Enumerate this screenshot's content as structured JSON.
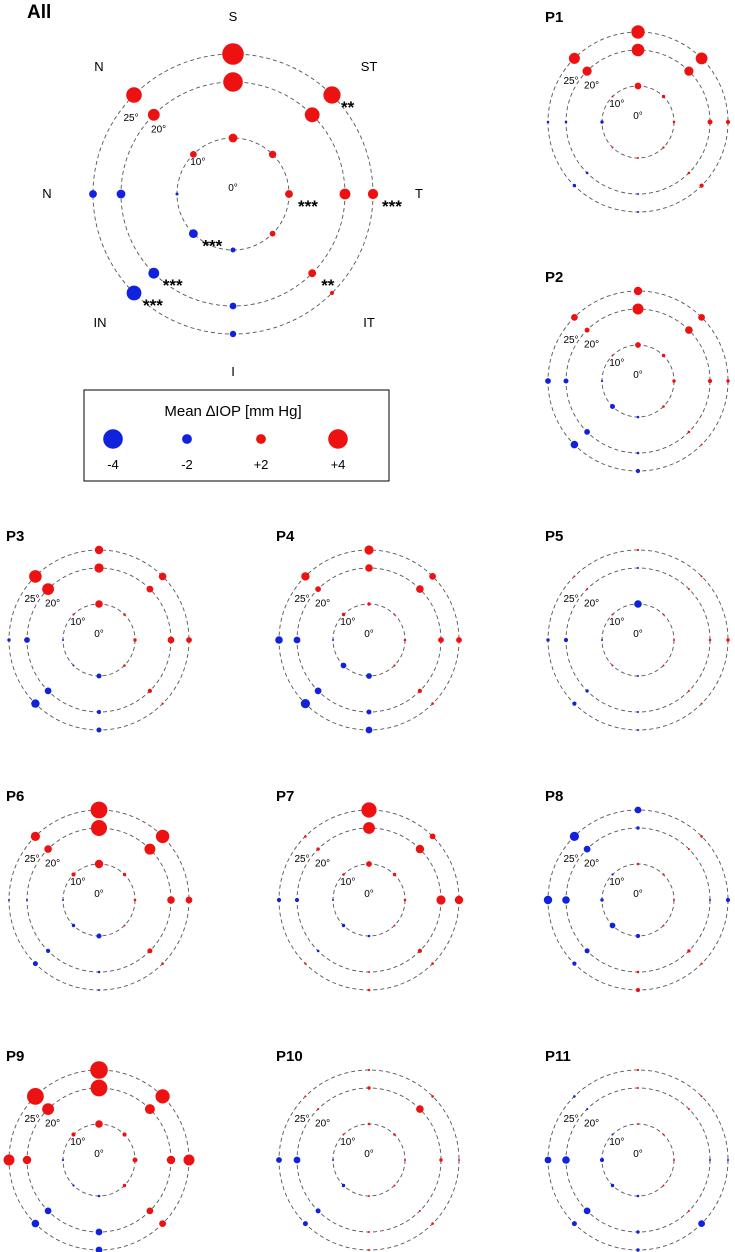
{
  "colors": {
    "positive": "#ee1111",
    "negative": "#1122dd",
    "ring": "#555555"
  },
  "eccentricity_labels": [
    "0°",
    "10°",
    "20°",
    "25°"
  ],
  "direction_labels": {
    "S": "S",
    "ST": "ST",
    "T": "T",
    "IT": "IT",
    "I": "I",
    "IN": "IN",
    "N_left": "N",
    "N_upper": "N"
  },
  "legend": {
    "title": "Mean ∆IOP [mm Hg]",
    "items": [
      {
        "label": "-4",
        "value": -4
      },
      {
        "label": "-2",
        "value": -2
      },
      {
        "label": "+2",
        "value": 2
      },
      {
        "label": "+4",
        "value": 4
      }
    ]
  },
  "chart_data": [
    {
      "type": "scatter",
      "title": "All",
      "eccentricities": [
        10,
        20,
        25
      ],
      "angles_order": [
        "S",
        "ST",
        "T",
        "IT",
        "I",
        "IN",
        "N",
        "NS"
      ],
      "values": {
        "10": [
          1.8,
          1.5,
          1.6,
          1.2,
          -1.0,
          -1.8,
          -0.6,
          1.4
        ],
        "20": [
          4.0,
          3.0,
          2.2,
          1.6,
          -1.4,
          -2.2,
          -1.8,
          2.4
        ],
        "25": [
          4.4,
          3.5,
          2.1,
          0.8,
          -1.3,
          -3.0,
          -1.6,
          3.2
        ]
      },
      "annotations": [
        {
          "ecc": 25,
          "angle": "ST",
          "text": "**"
        },
        {
          "ecc": 25,
          "angle": "T",
          "text": "***"
        },
        {
          "ecc": 10,
          "angle": "T",
          "text": "***"
        },
        {
          "ecc": 10,
          "angle": "IN",
          "text": "***"
        },
        {
          "ecc": 20,
          "angle": "IN",
          "text": "***"
        },
        {
          "ecc": 25,
          "angle": "IN",
          "text": "***"
        },
        {
          "ecc": 20,
          "angle": "IT",
          "text": "**"
        }
      ]
    },
    {
      "type": "scatter",
      "title": "P1",
      "eccentricities": [
        10,
        20,
        25
      ],
      "angles_order": [
        "S",
        "ST",
        "T",
        "IT",
        "I",
        "IN",
        "N",
        "NS"
      ],
      "values": {
        "10": [
          1.6,
          0.8,
          0.6,
          0.5,
          0.4,
          0.3,
          -0.8,
          0.4
        ],
        "20": [
          3.0,
          2.2,
          1.2,
          0.6,
          -0.4,
          -0.6,
          -0.6,
          2.2
        ],
        "25": [
          3.2,
          2.8,
          1.0,
          1.0,
          -0.4,
          -0.8,
          -0.6,
          2.6
        ]
      }
    },
    {
      "type": "scatter",
      "title": "P2",
      "eccentricities": [
        10,
        20,
        25
      ],
      "angles_order": [
        "S",
        "ST",
        "T",
        "IT",
        "I",
        "IN",
        "N",
        "NS"
      ],
      "values": {
        "10": [
          1.4,
          0.8,
          0.8,
          0.6,
          -0.6,
          -1.2,
          -0.5,
          0.4
        ],
        "20": [
          2.6,
          1.8,
          1.0,
          0.6,
          -0.6,
          -1.4,
          -1.2,
          1.2
        ],
        "25": [
          2.0,
          1.6,
          0.8,
          0.3,
          -1.0,
          -1.8,
          -1.4,
          1.6
        ]
      }
    },
    {
      "type": "scatter",
      "title": "P3",
      "eccentricities": [
        10,
        20,
        25
      ],
      "angles_order": [
        "S",
        "ST",
        "T",
        "IT",
        "I",
        "IN",
        "N",
        "NS"
      ],
      "values": {
        "10": [
          1.8,
          0.6,
          0.8,
          0.6,
          -1.2,
          -0.3,
          -0.4,
          0.5
        ],
        "20": [
          2.2,
          1.6,
          1.6,
          1.0,
          -1.0,
          -1.6,
          -1.4,
          2.8
        ],
        "25": [
          2.0,
          1.8,
          1.4,
          0.5,
          -1.2,
          -2.0,
          -0.8,
          3.0
        ]
      }
    },
    {
      "type": "scatter",
      "title": "P4",
      "eccentricities": [
        10,
        20,
        25
      ],
      "angles_order": [
        "S",
        "ST",
        "T",
        "IT",
        "I",
        "IN",
        "N",
        "NS"
      ],
      "values": {
        "10": [
          0.8,
          0.4,
          0.6,
          0.5,
          -1.4,
          -1.4,
          -0.3,
          0.8
        ],
        "20": [
          1.8,
          1.8,
          1.4,
          1.0,
          -1.2,
          -1.6,
          -1.6,
          1.4
        ],
        "25": [
          2.2,
          1.6,
          1.4,
          0.6,
          -1.6,
          -2.2,
          -1.8,
          2.0
        ]
      }
    },
    {
      "type": "scatter",
      "title": "P5",
      "eccentricities": [
        10,
        20,
        25
      ],
      "angles_order": [
        "S",
        "ST",
        "T",
        "IT",
        "I",
        "IN",
        "N",
        "NS"
      ],
      "values": {
        "10": [
          -1.8,
          0.4,
          0.3,
          0.3,
          -0.3,
          0.3,
          -0.3,
          0.3
        ],
        "20": [
          -0.4,
          0.4,
          0.6,
          0.3,
          -0.4,
          -0.8,
          -1.0,
          0.3
        ],
        "25": [
          0.5,
          0.3,
          0.8,
          0.3,
          -0.3,
          -1.0,
          -0.8,
          0.3
        ]
      }
    },
    {
      "type": "scatter",
      "title": "P6",
      "eccentricities": [
        10,
        20,
        25
      ],
      "angles_order": [
        "S",
        "ST",
        "T",
        "IT",
        "I",
        "IN",
        "N",
        "NS"
      ],
      "values": {
        "10": [
          2.0,
          0.8,
          0.6,
          0.4,
          -1.2,
          -0.8,
          -0.3,
          1.0
        ],
        "20": [
          3.8,
          2.6,
          1.8,
          1.2,
          -0.6,
          -1.0,
          -0.3,
          1.8
        ],
        "25": [
          4.0,
          3.2,
          1.6,
          0.6,
          -0.4,
          -1.2,
          -0.4,
          2.2
        ]
      }
    },
    {
      "type": "scatter",
      "title": "P7",
      "eccentricities": [
        10,
        20,
        25
      ],
      "angles_order": [
        "S",
        "ST",
        "T",
        "IT",
        "I",
        "IN",
        "N",
        "NS"
      ],
      "values": {
        "10": [
          1.4,
          0.8,
          0.6,
          0.3,
          -0.6,
          -0.8,
          -0.3,
          0.6
        ],
        "20": [
          2.8,
          2.0,
          2.2,
          1.0,
          0.3,
          -0.6,
          -1.0,
          0.8
        ],
        "25": [
          3.6,
          1.4,
          2.0,
          0.6,
          0.6,
          0.5,
          -1.0,
          0.6
        ]
      }
    },
    {
      "type": "scatter",
      "title": "P8",
      "eccentricities": [
        10,
        20,
        25
      ],
      "angles_order": [
        "S",
        "ST",
        "T",
        "IT",
        "I",
        "IN",
        "N",
        "NS"
      ],
      "values": {
        "10": [
          0.6,
          0.5,
          0.3,
          0.3,
          -1.0,
          -1.4,
          -0.8,
          -0.5
        ],
        "20": [
          -0.8,
          0.3,
          -0.4,
          0.8,
          0.6,
          -1.2,
          -1.8,
          -1.6
        ],
        "25": [
          -1.6,
          0.6,
          -1.0,
          0.5,
          1.0,
          -1.0,
          -2.0,
          -2.2
        ]
      }
    },
    {
      "type": "scatter",
      "title": "P9",
      "eccentricities": [
        10,
        20,
        25
      ],
      "angles_order": [
        "S",
        "ST",
        "T",
        "IT",
        "I",
        "IN",
        "N",
        "NS"
      ],
      "values": {
        "10": [
          1.8,
          1.0,
          1.2,
          0.8,
          -0.6,
          -0.5,
          -0.5,
          1.0
        ],
        "20": [
          4.0,
          2.4,
          2.0,
          1.6,
          -1.6,
          -1.6,
          2.0,
          2.8
        ],
        "25": [
          4.2,
          3.4,
          2.6,
          1.6,
          -1.6,
          -1.8,
          2.6,
          4.0
        ]
      }
    },
    {
      "type": "scatter",
      "title": "P10",
      "eccentricities": [
        10,
        20,
        25
      ],
      "angles_order": [
        "S",
        "ST",
        "T",
        "IT",
        "I",
        "IN",
        "N",
        "NS"
      ],
      "values": {
        "10": [
          0.6,
          0.6,
          0.4,
          0.3,
          0.3,
          -0.8,
          -0.3,
          0.3
        ],
        "20": [
          0.8,
          1.8,
          0.8,
          0.3,
          0.3,
          -1.2,
          -1.6,
          0.3
        ],
        "25": [
          0.5,
          0.6,
          0.4,
          0.6,
          0.4,
          -1.2,
          -1.4,
          0.4
        ]
      }
    },
    {
      "type": "scatter",
      "title": "P11",
      "eccentricities": [
        10,
        20,
        25
      ],
      "angles_order": [
        "S",
        "ST",
        "T",
        "IT",
        "I",
        "IN",
        "N",
        "NS"
      ],
      "values": {
        "10": [
          0.3,
          0.3,
          0.3,
          0.3,
          -0.6,
          -0.8,
          -1.0,
          -0.3
        ],
        "20": [
          0.3,
          0.3,
          -0.3,
          0.3,
          -0.8,
          -1.6,
          -1.8,
          -0.3
        ],
        "25": [
          0.5,
          0.3,
          -0.3,
          -1.6,
          -0.8,
          -1.2,
          -1.6,
          -0.6
        ]
      }
    }
  ]
}
